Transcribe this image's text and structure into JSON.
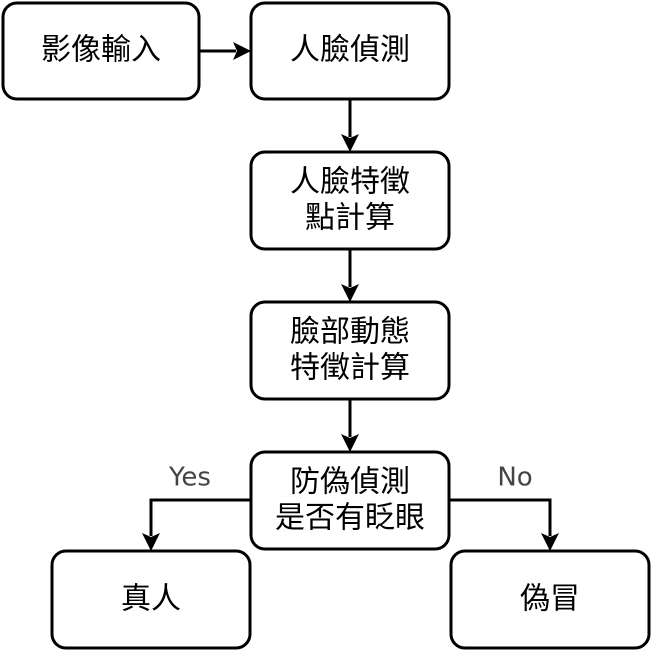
{
  "nodes": {
    "input": {
      "lines": [
        "影像輸入"
      ]
    },
    "face_detect": {
      "lines": [
        "人臉偵測"
      ]
    },
    "landmarks": {
      "lines": [
        "人臉特徵",
        "點計算"
      ]
    },
    "dynamic": {
      "lines": [
        "臉部動態",
        "特徵計算"
      ]
    },
    "antispoof": {
      "lines": [
        "防偽偵測",
        "是否有眨眼"
      ]
    },
    "real": {
      "lines": [
        "真人"
      ]
    },
    "fake": {
      "lines": [
        "偽冒"
      ]
    }
  },
  "edges": {
    "yes_label": "Yes",
    "no_label": "No"
  }
}
